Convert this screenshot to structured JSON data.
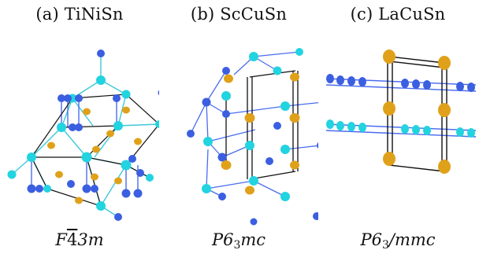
{
  "colors": {
    "background": "#ffffff",
    "cyan_atom": "#22d3e0",
    "blue_atom": "#3b5fe0",
    "gold_atom": "#e0a11a",
    "bond_black": "#111111",
    "bond_blue": "#4a6cf0",
    "bond_cyan": "#3ec9d8"
  },
  "panels": [
    {
      "title": "(a) TiNiSn",
      "space_group": {
        "pre": "F",
        "bar": "4",
        "post": "3m",
        "sub": "",
        "tail": ""
      }
    },
    {
      "title": "(b) ScCuSn",
      "space_group": {
        "pre": "P6",
        "bar": "",
        "post": "",
        "sub": "3",
        "tail": "mc"
      }
    },
    {
      "title": "(c) LaCuSn",
      "space_group": {
        "pre": "P6",
        "bar": "",
        "post": "",
        "sub": "3",
        "tail": "/mmc"
      }
    }
  ]
}
